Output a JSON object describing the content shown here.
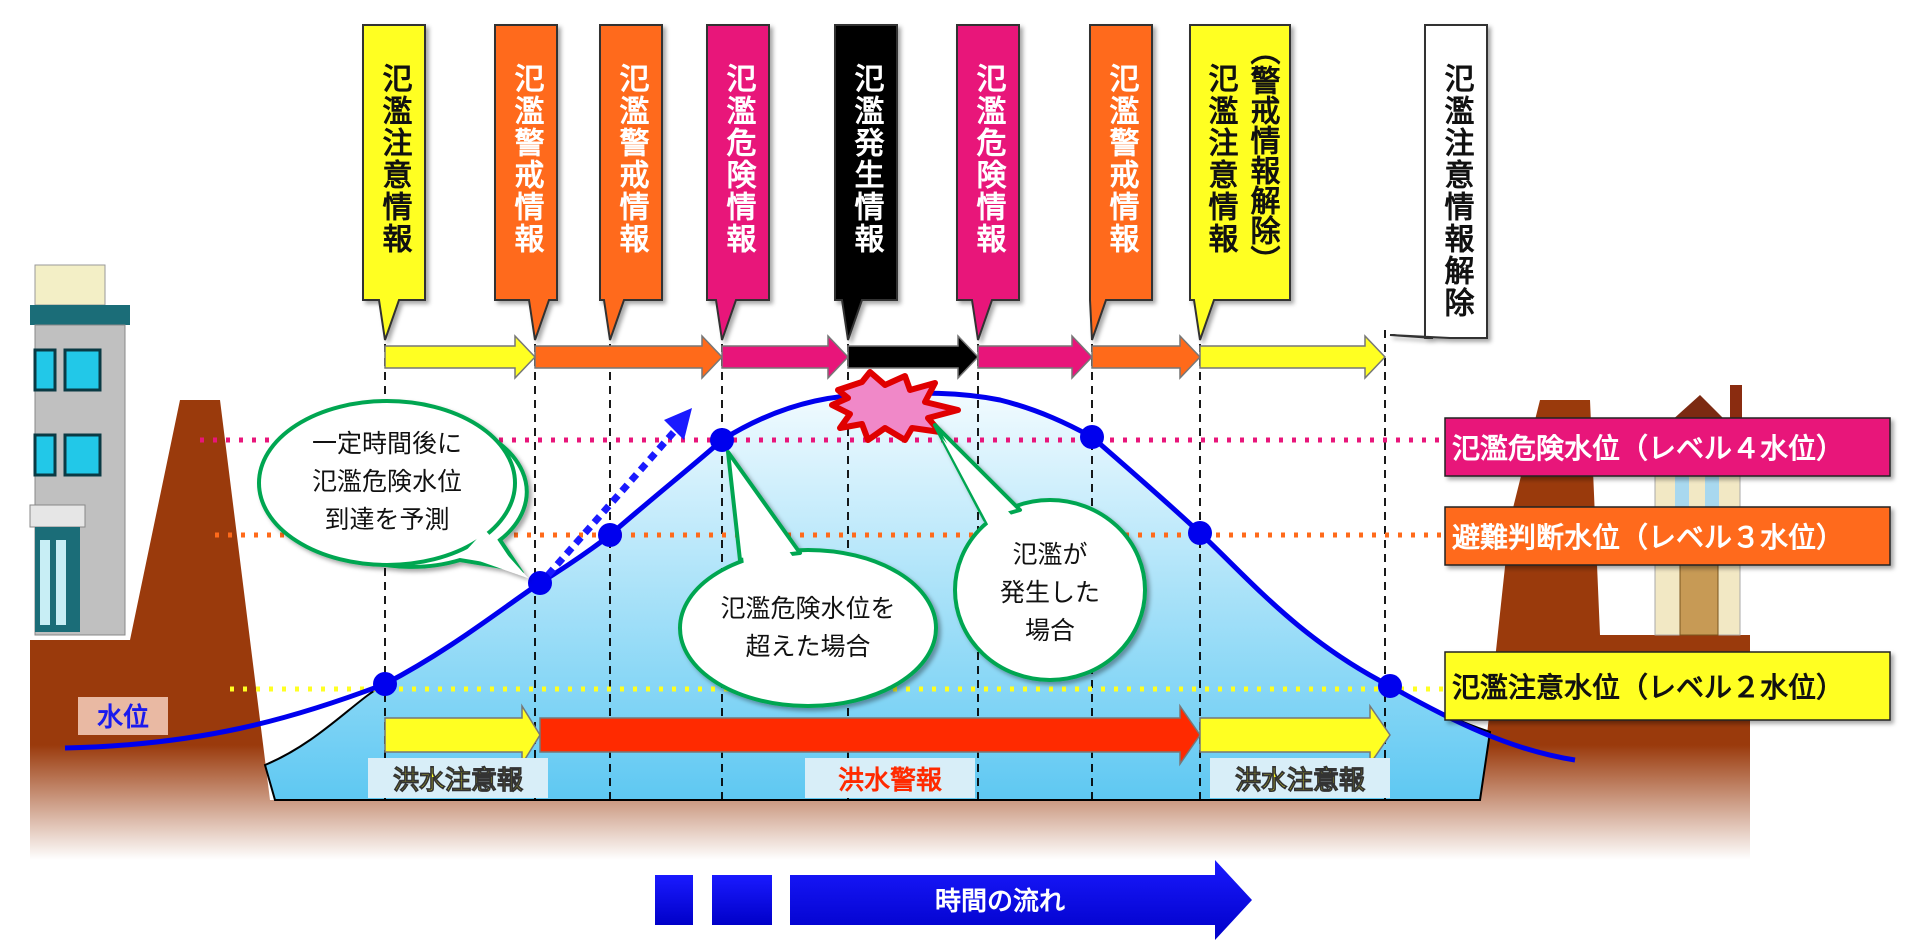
{
  "flags": [
    {
      "label": "氾濫注意情報",
      "color": "#ffff22",
      "text_color": "#111111"
    },
    {
      "label": "氾濫警戒情報",
      "color": "#ff6a1a",
      "text_color": "#ffffff"
    },
    {
      "label": "氾濫警戒情報",
      "color": "#ff6a1a",
      "text_color": "#ffffff"
    },
    {
      "label": "氾濫危険情報",
      "color": "#e8157a",
      "text_color": "#ffffff"
    },
    {
      "label": "氾濫発生情報",
      "color": "#000000",
      "text_color": "#ffffff"
    },
    {
      "label": "氾濫危険情報",
      "color": "#e8157a",
      "text_color": "#ffffff"
    },
    {
      "label": "氾濫警戒情報",
      "color": "#ff6a1a",
      "text_color": "#ffffff"
    },
    {
      "label_a": "（警戒情報解除）",
      "label_b": "氾濫注意情報",
      "color": "#ffff22",
      "text_color": "#111111"
    },
    {
      "label": "氾濫注意情報解除",
      "color": "#ffffff",
      "text_color": "#111111"
    }
  ],
  "levels": {
    "danger": {
      "label": "氾濫危険水位（レベル４水位）",
      "color": "#e8157a"
    },
    "evac": {
      "label": "避難判断水位（レベル３水位）",
      "color": "#ff6a1a"
    },
    "caution": {
      "label": "氾濫注意水位（レベル２水位）",
      "color": "#ffff22"
    }
  },
  "bubbles": {
    "forecast": [
      "一定時間後に",
      "氾濫危険水位",
      "到達を予測"
    ],
    "exceeded": [
      "氾濫危険水位を",
      "超えた場合"
    ],
    "occurred": [
      "氾濫が",
      "発生した",
      "場合"
    ]
  },
  "labels": {
    "water_level": "水位",
    "flood_advisory_1": "洪水注意報",
    "flood_warning": "洪水警報",
    "flood_advisory_2": "洪水注意報",
    "time_flow": "時間の流れ"
  },
  "colors": {
    "curve": "#0000ee",
    "ground": "#9a3a0c",
    "outline": "#00a651"
  }
}
